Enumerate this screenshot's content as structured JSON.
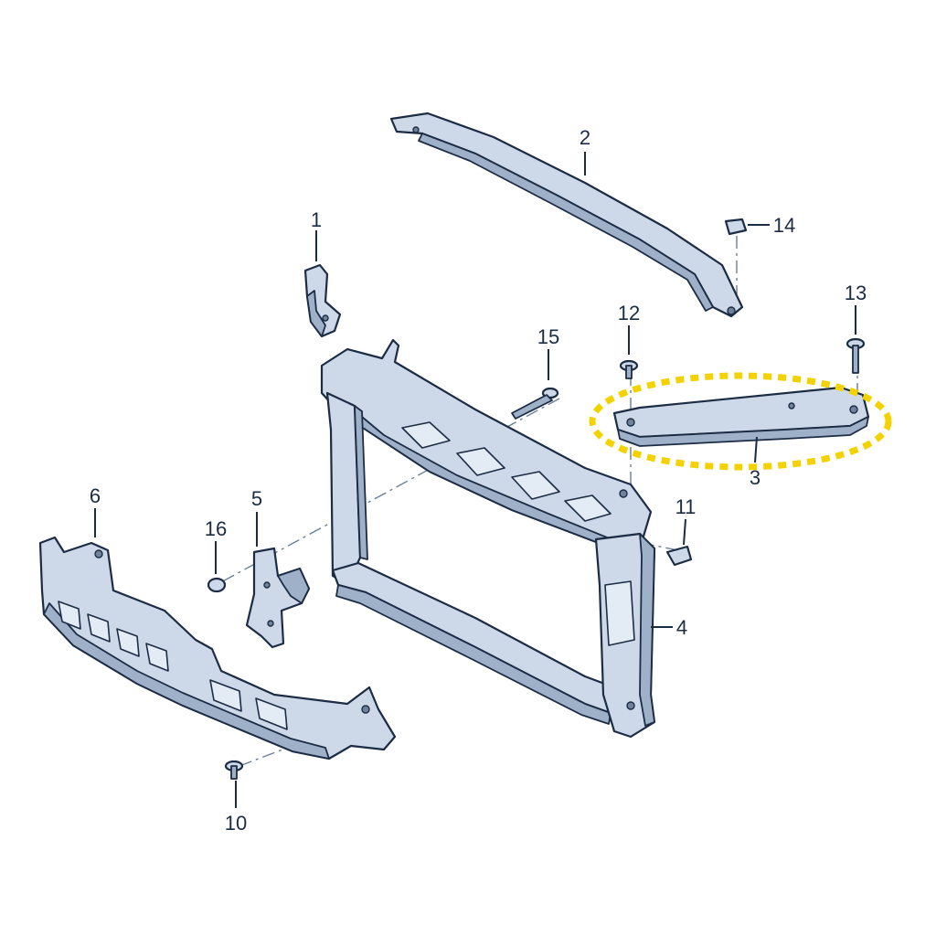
{
  "callouts": {
    "c1": "1",
    "c2": "2",
    "c3": "3",
    "c4": "4",
    "c5": "5",
    "c6": "6",
    "c10": "10",
    "c11": "11",
    "c12": "12",
    "c13": "13",
    "c14": "14",
    "c15": "15",
    "c16": "16"
  },
  "highlight": {
    "part": "3",
    "color": "#f3d200"
  },
  "colors": {
    "part_fill": "#cdd9e8",
    "outline": "#1c2c44",
    "background": "#ffffff"
  }
}
